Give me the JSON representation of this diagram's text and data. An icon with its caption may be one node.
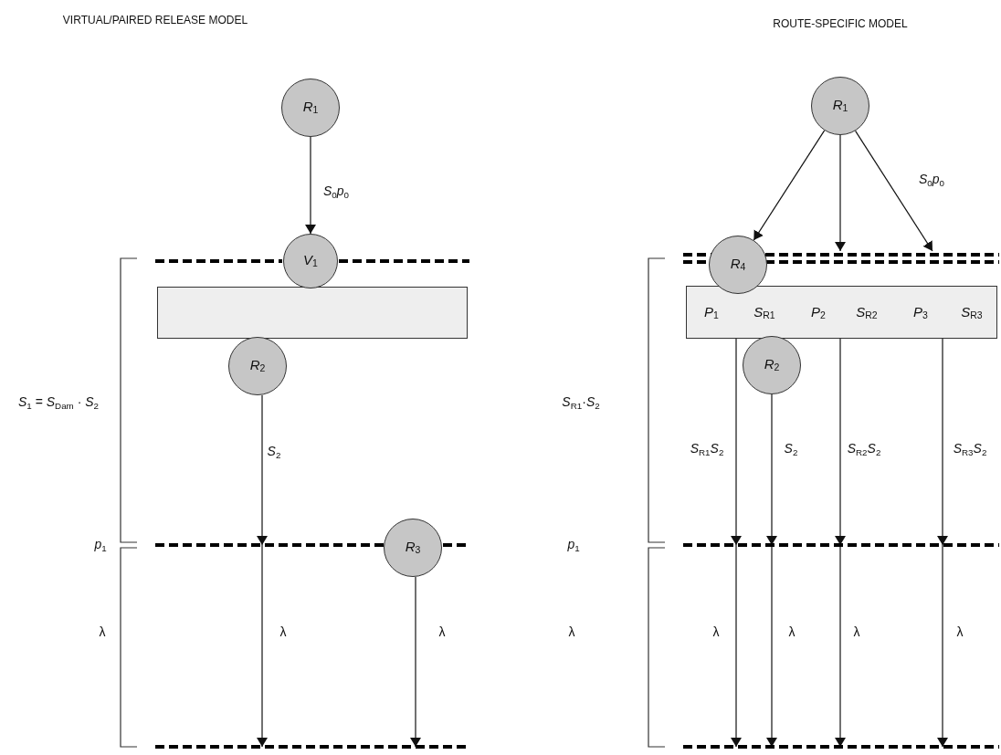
{
  "diagram": {
    "nodes": [
      {
        "text": [
          "*R*$_{1}$"
        ]
      },
      {
        "text": [
          "*V*$_{1}$"
        ]
      },
      {
        "text": [],
        "shape": "box"
      },
      {
        "text": [
          "*R*$_{2}$"
        ]
      },
      {
        "text": [
          "*R*$_{3}$"
        ]
      },
      {
        "text": [],
        "shape": "line"
      },
      {
        "text": [],
        "shape": "line"
      },
      {
        "text": [],
        "shape": "line"
      },
      {
        "text": [],
        "shape": "line"
      },
      {
        "text": [
          "*R*$_{1}$"
        ]
      },
      {
        "text": [
          "*R*$_{4}$"
        ]
      },
      {
        "text": [
          "*P*$_{1}$",
          "*S*$_{R1}$",
          "*P*$_{2}$",
          "*S*$_{R2}$",
          "*P*$_{3}$",
          "*S*$_{R3}$"
        ]
      },
      {
        "text": [
          "*R*$_{2}$"
        ]
      },
      {
        "text": [],
        "shape": "line"
      },
      {
        "text": [],
        "shape": "line"
      },
      {
        "text": [],
        "shape": "line"
      }
    ],
    "edges": [
      {
        "from": 0,
        "to": 1,
        "arrow": "to",
        "label": "*S*$_{0}$*p*$_{0}$"
      },
      {
        "from": 3,
        "to": 7,
        "arrow": "to",
        "label": "*S*$_{2}$"
      },
      {
        "from": 7,
        "to": 8,
        "arrow": "to",
        "label": "λ"
      },
      {
        "from": 4,
        "to": 8,
        "arrow": "to",
        "label": "λ"
      },
      {
        "from": 9,
        "to": 10,
        "arrow": "to"
      },
      {
        "from": 9,
        "to": 13,
        "arrow": "to"
      },
      {
        "from": 9,
        "to": 13,
        "arrow": "to",
        "label": "*S*$_{0}$*p*$_{0}$"
      },
      {
        "from": 11,
        "to": 14,
        "arrow": "to",
        "label": "*S*$_{R1}$*S*$_{2}$"
      },
      {
        "from": 12,
        "to": 14,
        "arrow": "to",
        "label": "*S*$_{2}$"
      },
      {
        "from": 11,
        "to": 14,
        "arrow": "to",
        "label": "*S*$_{R2}$*S*$_{2}$"
      },
      {
        "from": 11,
        "to": 14,
        "arrow": "to",
        "label": "*S*$_{R3}$*S*$_{2}$"
      },
      {
        "from": 14,
        "to": 15,
        "arrow": "to",
        "label": "λ"
      },
      {
        "from": 14,
        "to": 15,
        "arrow": "to",
        "label": "λ"
      },
      {
        "from": 14,
        "to": 15,
        "arrow": "to",
        "label": "λ"
      },
      {
        "from": 14,
        "to": 15,
        "arrow": "to",
        "label": "λ"
      }
    ],
    "labels": [
      "VIRTUAL/PAIRED RELEASE MODEL",
      "ROUTE-SPECIFIC MODEL",
      "*S*$_{1}$ = *S*$_{Dam}$ · *S*$_{2}$",
      "*p*$_{1}$",
      "λ",
      "*S*$_{R1}$·*S*$_{2}$",
      "*p*$_{1}$",
      "λ"
    ]
  }
}
